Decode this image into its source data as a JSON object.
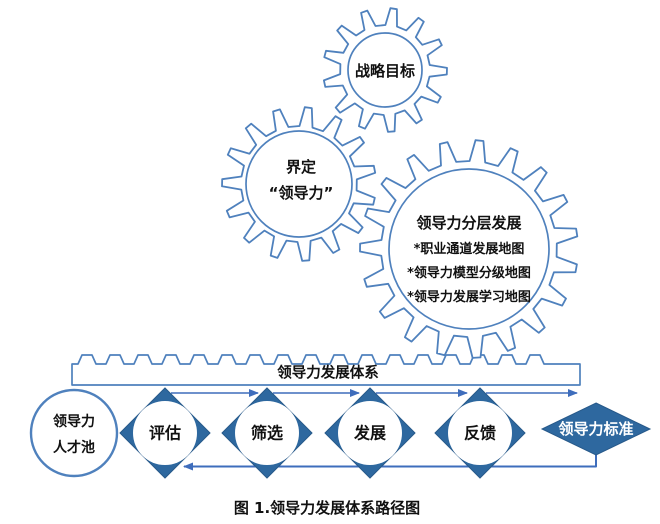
{
  "colors": {
    "gear_stroke": "#4f81bd",
    "diamond_fill": "#2e689f",
    "diamond_stroke": "#27598a",
    "arrow": "#3e6dbc",
    "text": "#111111",
    "end_text": "#ffffff",
    "background": "#ffffff"
  },
  "gears": {
    "small": {
      "label": "战略目标"
    },
    "medium": {
      "line1": "界定",
      "line2": "“领导力”"
    },
    "large": {
      "title": "领导力分层发展",
      "items": [
        "*职业通道发展地图",
        "*领导力模型分级地图",
        "*领导力发展学习地图"
      ]
    }
  },
  "rack": {
    "label": "领导力发展体系"
  },
  "flow": {
    "start": {
      "line1": "领导力",
      "line2": "人才池"
    },
    "steps": [
      "评估",
      "筛选",
      "发展",
      "反馈"
    ],
    "end": "领导力标准"
  },
  "caption": "图 1.领导力发展体系路径图"
}
